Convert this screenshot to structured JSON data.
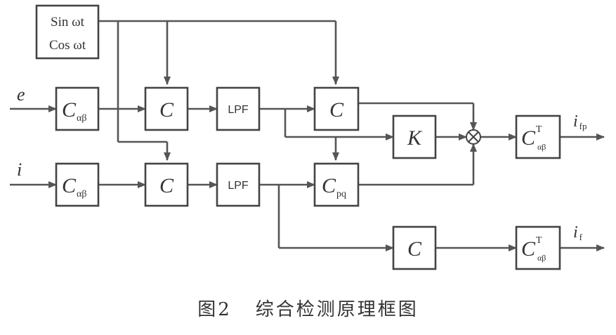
{
  "source_block": {
    "line1": "Sin ωt",
    "line2": "Cos ωt"
  },
  "inputs": {
    "e": "e",
    "i": "i"
  },
  "blocks": {
    "c_alpha_beta_main": "C",
    "c_alpha_beta_sub": "αβ",
    "c": "C",
    "lpf": "LPF",
    "c_pq_sub": "pq",
    "k": "K",
    "c_inv_sup": "T",
    "c_inv_sub": "αβ"
  },
  "multiplier_symbol": "⊗",
  "outputs": {
    "i_fp_main": "i",
    "i_fp_sub": "fp",
    "i_f_main": "i",
    "i_f_sub": "f"
  },
  "caption": {
    "number": "图2",
    "text": "综合检测原理框图"
  }
}
